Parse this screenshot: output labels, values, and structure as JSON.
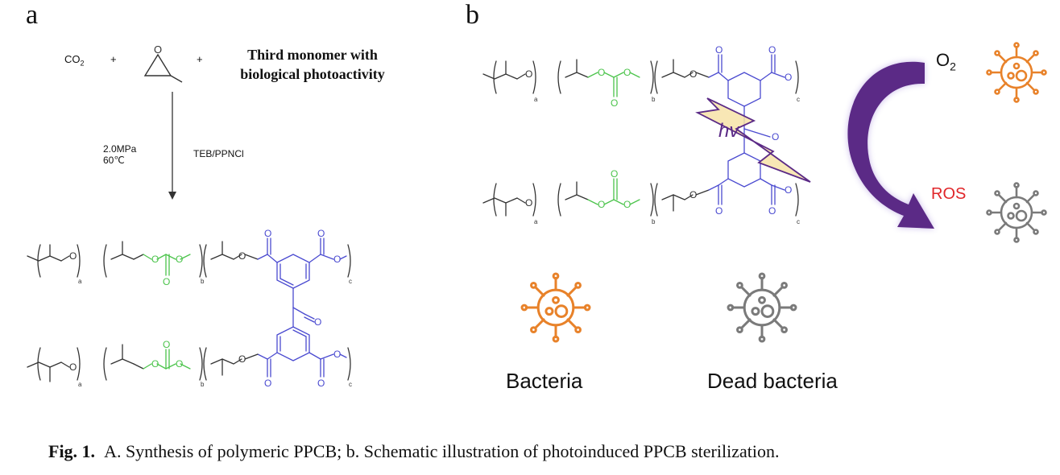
{
  "panel_a": {
    "letter": "a",
    "reactant_co2": "CO",
    "reactant_co2_sub": "2",
    "plus": "+",
    "epoxide_o": "O",
    "third_monomer_line1": "Third monomer with",
    "third_monomer_line2": "biological photoactivity",
    "conditions_pressure": "2.0MPa",
    "conditions_temp": "60℃",
    "catalyst": "TEB/PPNCl",
    "sub_a": "a",
    "sub_b": "b",
    "sub_c": "c",
    "atom_o": "O"
  },
  "panel_b": {
    "letter": "b",
    "o2_label": "O",
    "o2_sub": "2",
    "ros_label": "ROS",
    "hv_label": "hv",
    "bacteria_label": "Bacteria",
    "dead_bacteria_label": "Dead bacteria"
  },
  "caption": {
    "fig_label": "Fig. 1.",
    "text": "A. Synthesis of polymeric PPCB; b. Schematic illustration of photoinduced PPCB sterilization."
  },
  "colors": {
    "black_chain": "#333333",
    "green_carbonate": "#4cc44c",
    "blue_aromatic": "#4a4ad0",
    "orange_bacteria": "#e8822a",
    "gray_bacteria": "#7a7a7a",
    "ros_red": "#e0262a",
    "arrow_purple": "#5b2a86",
    "light_yellow": "#f7e3a8"
  }
}
